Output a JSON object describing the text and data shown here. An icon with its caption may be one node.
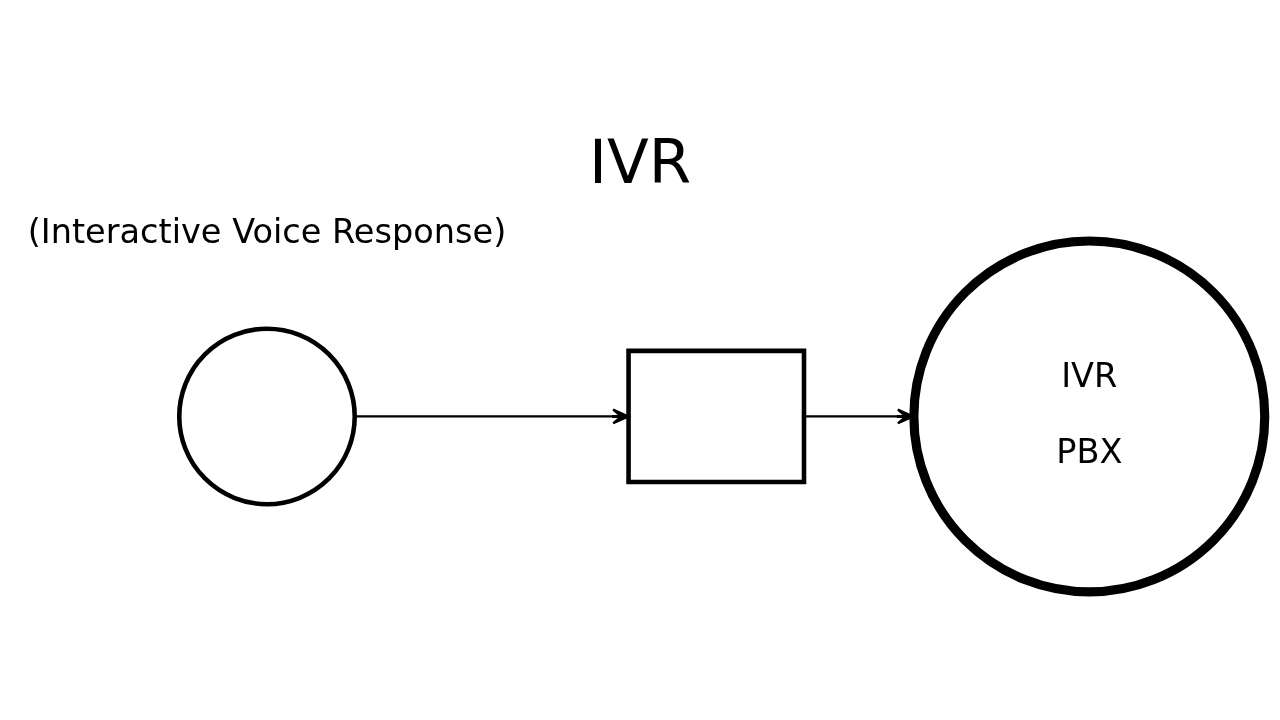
{
  "diagram": {
    "title": "IVR",
    "nodes": [
      {
        "text": [],
        "shape": "circle"
      },
      {
        "text": [],
        "shape": "box"
      },
      {
        "text": [
          "IVR",
          "PBX"
        ]
      }
    ],
    "edges": [
      {
        "from": 0,
        "to": 1,
        "arrow": "to"
      },
      {
        "from": 1,
        "to": 2,
        "arrow": "to"
      }
    ],
    "labels": [
      "(Interactive Voice Response)"
    ]
  }
}
